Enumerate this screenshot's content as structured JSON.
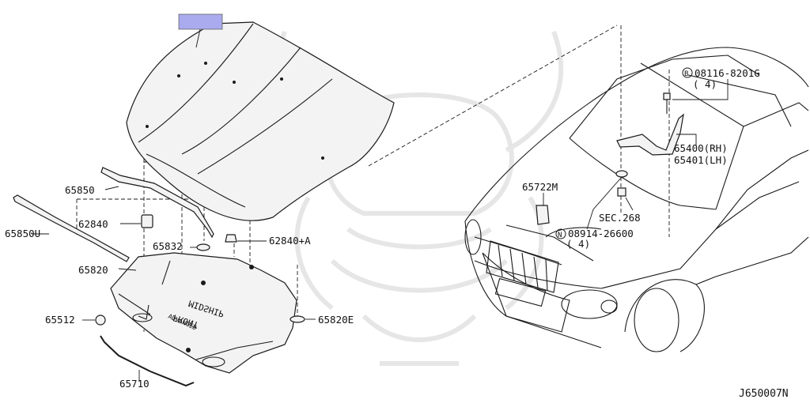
{
  "diagram_id": "J650007N",
  "highlight_color": "#aaaaee",
  "watermark_icon": "samurai-helmet-watermark-icon",
  "parts": {
    "p65850": "65850",
    "p62840": "62840",
    "p65850U": "65850U",
    "p65832": "65832",
    "p62840A": "62840+A",
    "p65820": "65820",
    "p65512": "65512",
    "p65820E": "65820E",
    "p65710": "65710",
    "p65722M": "65722M",
    "p65400": "65400(RH)",
    "p65401": "65401(LH)",
    "sec268": "SEC.268"
  },
  "bolts": {
    "b_prefix": "B",
    "b_code": "08116-8201G",
    "b_qty": "( 4)",
    "n_prefix": "N",
    "n_code": "08914-26600",
    "n_qty": "( 4)"
  },
  "insulator_text": {
    "line1": "MIDSHIP",
    "line2": "FRONT",
    "line3": "ADVANCED"
  }
}
